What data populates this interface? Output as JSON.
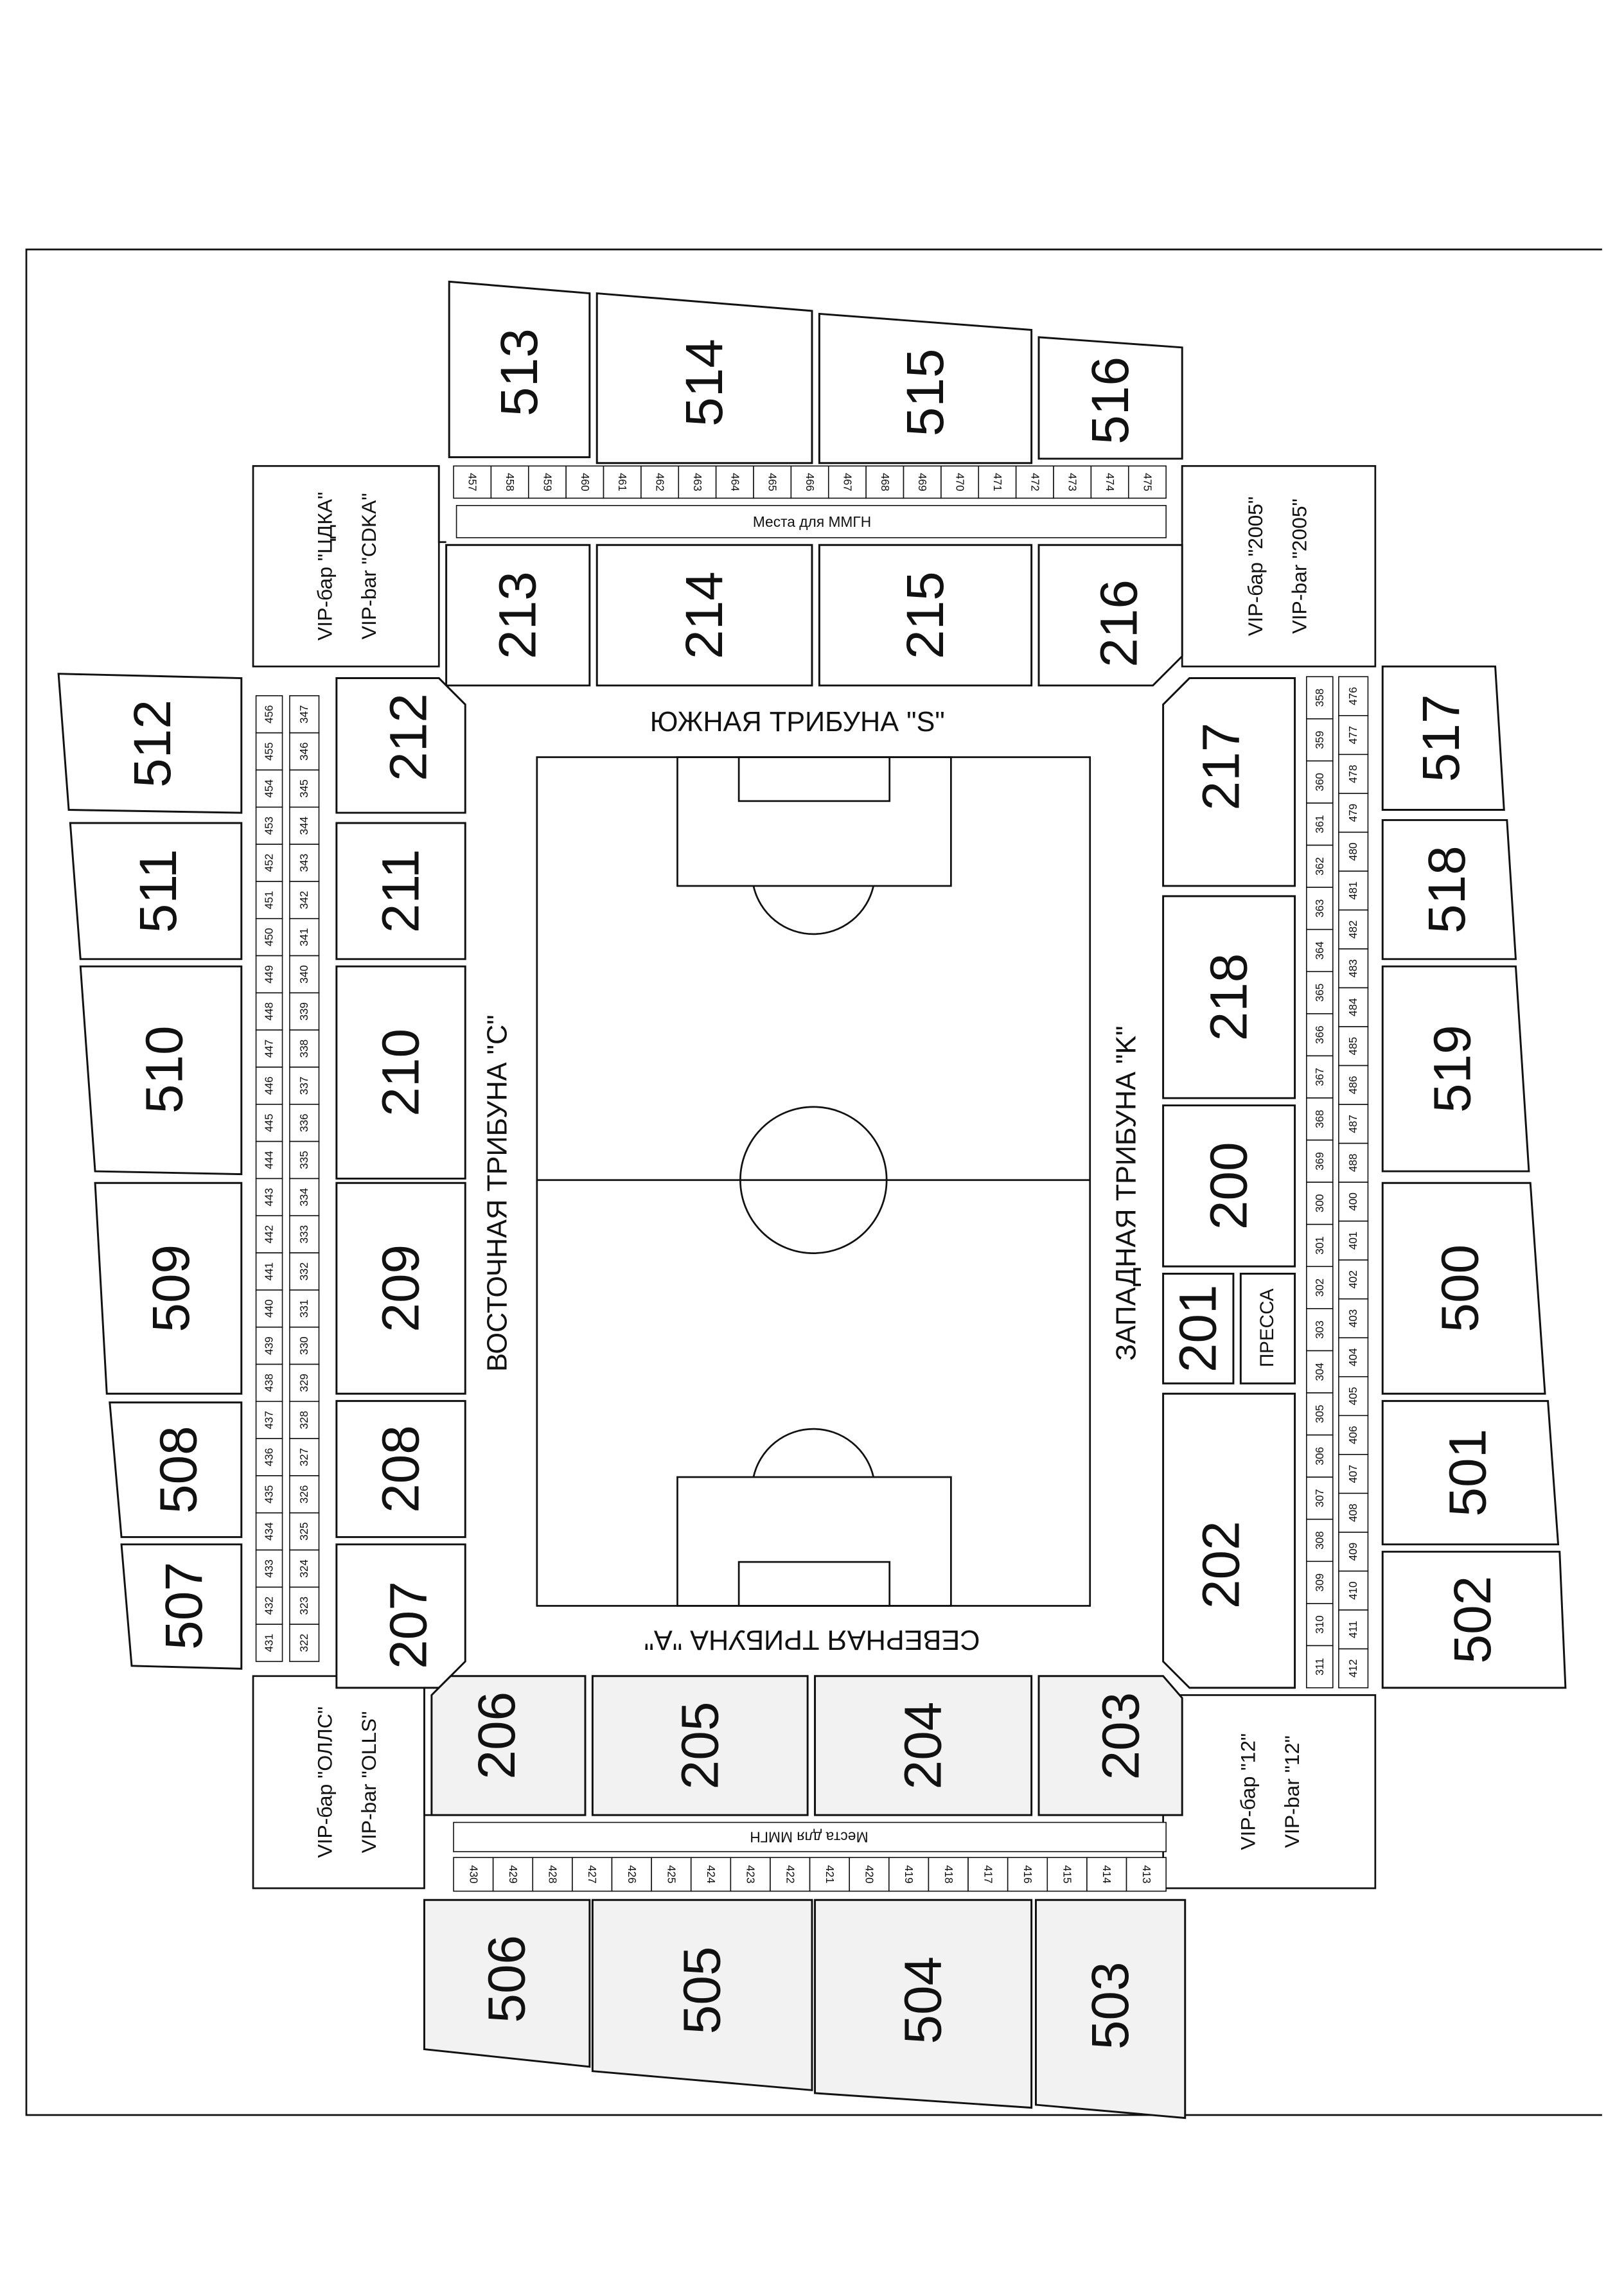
{
  "stands": {
    "south": "ЮЖНАЯ ТРИБУНА \"S\"",
    "north": "СЕВЕРНАЯ ТРИБУНА \"A\"",
    "east": "ВОСТОЧНАЯ ТРИБУНА \"C\"",
    "west": "ЗАПАДНАЯ ТРИБУНА \"K\""
  },
  "mmgn_label": "Места для ММГН",
  "press_label": "ПРЕССА",
  "vip": {
    "top_left": [
      "VIP-бар \"ЦДКА\"",
      "VIP-bar \"CDKA\""
    ],
    "top_right": [
      "VIP-бар \"2005\"",
      "VIP-bar \"2005\""
    ],
    "bottom_left": [
      "VIP-бар \"ОЛЛС\"",
      "VIP-bar \"OLLS\""
    ],
    "bottom_right": [
      "VIP-бар \"12\"",
      "VIP-bar \"12\""
    ]
  },
  "sections": {
    "top_outer": [
      "513",
      "514",
      "515",
      "516"
    ],
    "top_inner": [
      "213",
      "214",
      "215",
      "216"
    ],
    "left_inner": [
      "212",
      "211",
      "210",
      "209",
      "208",
      "207"
    ],
    "left_outer": [
      "512",
      "511",
      "510",
      "509",
      "508",
      "507"
    ],
    "right_inner": [
      "217",
      "218",
      "200",
      "201",
      "202"
    ],
    "right_outer": [
      "517",
      "518",
      "519",
      "500",
      "501",
      "502"
    ],
    "bottom_inner": [
      "206",
      "205",
      "204",
      "203"
    ],
    "bottom_outer": [
      "506",
      "505",
      "504",
      "503"
    ]
  },
  "seat_cells": {
    "top_row": [
      "457",
      "458",
      "459",
      "460",
      "461",
      "462",
      "463",
      "464",
      "465",
      "466",
      "467",
      "468",
      "469",
      "470",
      "471",
      "472",
      "473",
      "474",
      "475"
    ],
    "bottom_row": [
      "430",
      "429",
      "428",
      "427",
      "426",
      "425",
      "424",
      "423",
      "422",
      "421",
      "420",
      "419",
      "418",
      "417",
      "416",
      "415",
      "414",
      "413"
    ],
    "left_outer_col": [
      "456",
      "455",
      "454",
      "453",
      "452",
      "451",
      "450",
      "449",
      "448",
      "447",
      "446",
      "445",
      "444",
      "443",
      "442",
      "441",
      "440",
      "439",
      "438",
      "437",
      "436",
      "435",
      "434",
      "433",
      "432",
      "431"
    ],
    "left_inner_col": [
      "347",
      "346",
      "345",
      "344",
      "343",
      "342",
      "341",
      "340",
      "339",
      "338",
      "337",
      "336",
      "335",
      "334",
      "333",
      "332",
      "331",
      "330",
      "329",
      "328",
      "327",
      "326",
      "325",
      "324",
      "323",
      "322"
    ],
    "right_inner_col": [
      "358",
      "359",
      "360",
      "361",
      "362",
      "363",
      "364",
      "365",
      "366",
      "367",
      "368",
      "369",
      "300",
      "301",
      "302",
      "303",
      "304",
      "305",
      "306",
      "307",
      "308",
      "309",
      "310",
      "311"
    ],
    "right_outer_col": [
      "476",
      "477",
      "478",
      "479",
      "480",
      "481",
      "482",
      "483",
      "484",
      "485",
      "486",
      "487",
      "488",
      "400",
      "401",
      "402",
      "403",
      "404",
      "405",
      "406",
      "407",
      "408",
      "409",
      "410",
      "411",
      "412"
    ]
  }
}
